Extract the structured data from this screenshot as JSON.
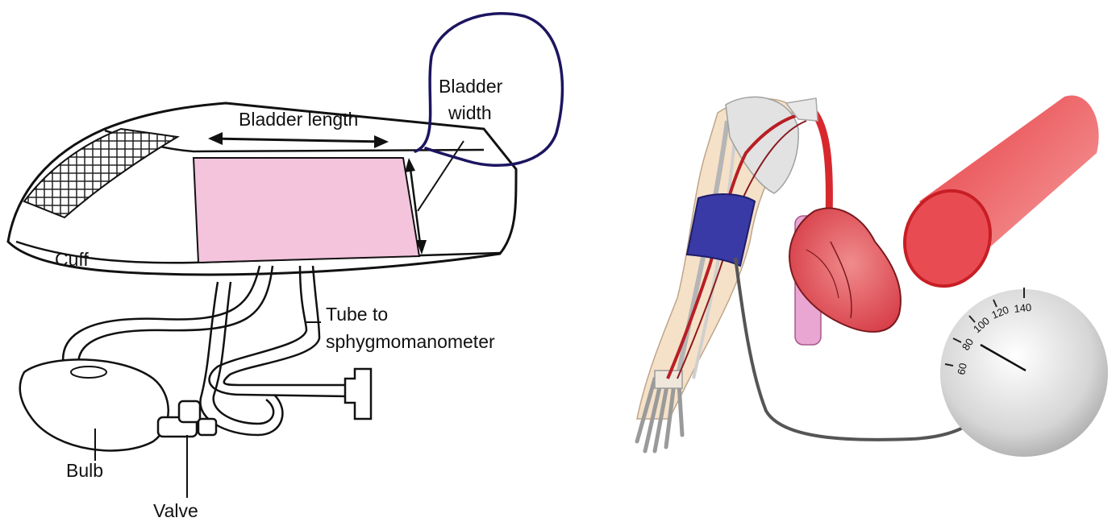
{
  "left_diagram": {
    "labels": {
      "bladder_length": "Bladder length",
      "bladder_width_line1": "Bladder",
      "bladder_width_line2": "width",
      "cuff": "Cuff",
      "tube_line1": "Tube to",
      "tube_line2": "sphygmomanometer",
      "bulb": "Bulb",
      "valve": "Valve"
    },
    "colors": {
      "bladder": "#f4c3dc",
      "outline": "#111111",
      "annotation_circle": "#1c1560"
    }
  },
  "right_diagram": {
    "gauge_ticks": [
      "60",
      "80",
      "100",
      "120",
      "140"
    ],
    "colors": {
      "cuff": "#3a3aa6",
      "artery": "#e8333a",
      "heart": "#e0545a",
      "vein": "#e6a0cf",
      "gauge": "#d9d9d9",
      "tube": "#555555"
    }
  }
}
